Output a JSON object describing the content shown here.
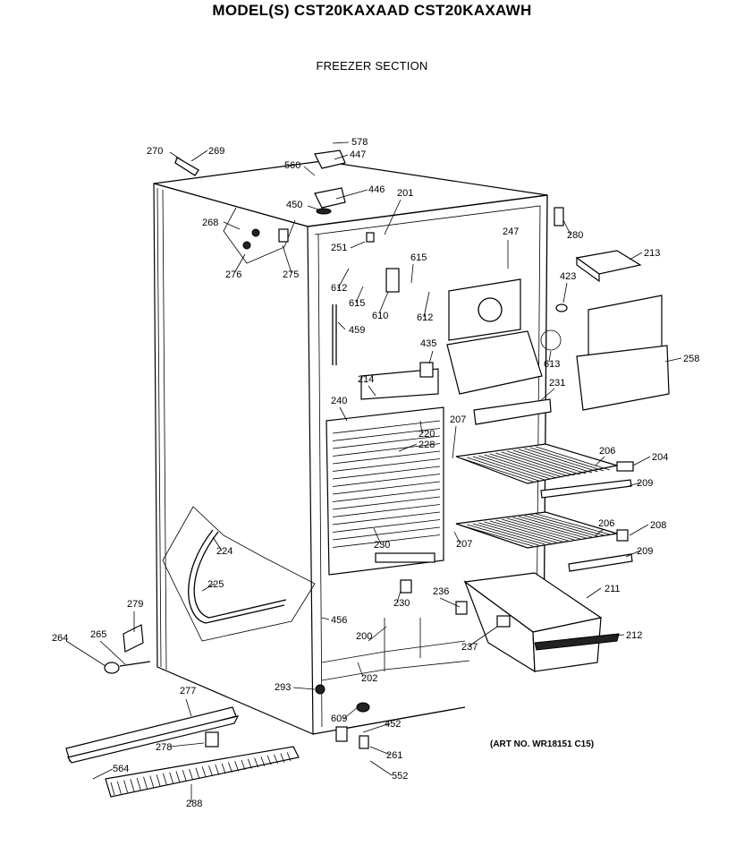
{
  "header": {
    "title": "MODEL(S) CST20KAXAAD  CST20KAXAWH",
    "section": "FREEZER SECTION",
    "art_number": "(ART NO. WR18151 C15)"
  },
  "callouts": [
    {
      "id": "c270",
      "text": "270"
    },
    {
      "id": "c269",
      "text": "269"
    },
    {
      "id": "c578",
      "text": "578"
    },
    {
      "id": "c447",
      "text": "447"
    },
    {
      "id": "c560",
      "text": "560"
    },
    {
      "id": "c446",
      "text": "446"
    },
    {
      "id": "c450",
      "text": "450"
    },
    {
      "id": "c201",
      "text": "201"
    },
    {
      "id": "c268",
      "text": "268"
    },
    {
      "id": "c276",
      "text": "276"
    },
    {
      "id": "c275",
      "text": "275"
    },
    {
      "id": "c251",
      "text": "251"
    },
    {
      "id": "c247",
      "text": "247"
    },
    {
      "id": "c280",
      "text": "280"
    },
    {
      "id": "c213",
      "text": "213"
    },
    {
      "id": "c612a",
      "text": "612"
    },
    {
      "id": "c615a",
      "text": "615"
    },
    {
      "id": "c615b",
      "text": "615"
    },
    {
      "id": "c610",
      "text": "610"
    },
    {
      "id": "c612b",
      "text": "612"
    },
    {
      "id": "c423",
      "text": "423"
    },
    {
      "id": "c459",
      "text": "459"
    },
    {
      "id": "c435",
      "text": "435"
    },
    {
      "id": "c613",
      "text": "613"
    },
    {
      "id": "c258",
      "text": "258"
    },
    {
      "id": "c214",
      "text": "214"
    },
    {
      "id": "c231",
      "text": "231"
    },
    {
      "id": "c240",
      "text": "240"
    },
    {
      "id": "c220",
      "text": "220"
    },
    {
      "id": "c207a",
      "text": "207"
    },
    {
      "id": "c228",
      "text": "228"
    },
    {
      "id": "c206a",
      "text": "206"
    },
    {
      "id": "c204",
      "text": "204"
    },
    {
      "id": "c209a",
      "text": "209"
    },
    {
      "id": "c224",
      "text": "224"
    },
    {
      "id": "c230a",
      "text": "230"
    },
    {
      "id": "c206b",
      "text": "206"
    },
    {
      "id": "c208",
      "text": "208"
    },
    {
      "id": "c207b",
      "text": "207"
    },
    {
      "id": "c209b",
      "text": "209"
    },
    {
      "id": "c225",
      "text": "225"
    },
    {
      "id": "c279",
      "text": "279"
    },
    {
      "id": "c230b",
      "text": "230"
    },
    {
      "id": "c236",
      "text": "236"
    },
    {
      "id": "c211",
      "text": "211"
    },
    {
      "id": "c456",
      "text": "456"
    },
    {
      "id": "c264",
      "text": "264"
    },
    {
      "id": "c265",
      "text": "265"
    },
    {
      "id": "c200",
      "text": "200"
    },
    {
      "id": "c237",
      "text": "237"
    },
    {
      "id": "c212",
      "text": "212"
    },
    {
      "id": "c202",
      "text": "202"
    },
    {
      "id": "c293",
      "text": "293"
    },
    {
      "id": "c277",
      "text": "277"
    },
    {
      "id": "c609",
      "text": "609"
    },
    {
      "id": "c452",
      "text": "452"
    },
    {
      "id": "c278",
      "text": "278"
    },
    {
      "id": "c261",
      "text": "261"
    },
    {
      "id": "c564",
      "text": "564"
    },
    {
      "id": "c552",
      "text": "552"
    },
    {
      "id": "c288",
      "text": "288"
    }
  ]
}
